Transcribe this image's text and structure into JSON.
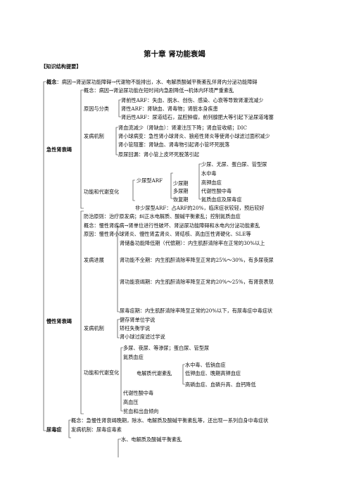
{
  "title": "第十章  肾功能衰竭",
  "section_header": "【知识结构提要】",
  "concept_label": "概念",
  "concept_text": "：病因→肾泌尿功能障碍→代谢物不能排出，水、电解质酸碱平衡紊乱伴肾内分泌功能障碍",
  "arf": {
    "label": "急性肾衰竭",
    "concept": "概念：病因→肾泌尿功能在短时间内急剧降低→机体内环境严重紊乱",
    "cause_label": "原因与分类",
    "causes": [
      "肾前性ARF：失血、脱水、创伤、感染、心衰等导致肾灌流减少",
      "肾性ARF：肾缺血、肾毒物；肾脏本身疾患",
      "肾后性ARF：尿道结石，盆腔肿瘤，前列腺肥大等引起下泌尿道堵塞"
    ],
    "mech_label": "发病机制",
    "mechs": [
      "肾血流减少（肾缺血）：肾灌注压下降；肾血管收缩；DIC",
      "肾小球病变：急性肾小球肾炎、狼疮性肾炎等使肾小球滤过面积减少",
      "肾小管阻塞：肾缺血、肾毒物引起肾小管坏死脱落",
      "原尿回漏：肾小管上皮坏死脱落引起"
    ],
    "func_label": "功能和代谢变化",
    "oliguric_type": "少尿型ARF",
    "oliguric_phase": "少尿期",
    "oliguric_items": [
      "少尿、无尿、蛋白尿、管型尿",
      "水中毒",
      "高钾血症",
      "代谢性酸中毒",
      "氮质血症及尿毒症"
    ],
    "polyuric_phase": "多尿期",
    "recovery_phase": "恢复期",
    "non_oliguric": "非少尿型ARF：占ARF的20%，临床症状较轻，预后较好",
    "prevention": "防治原则：治疗原发病；纠正水电解质、酸碱平衡紊乱；控制氮质血症"
  },
  "crf": {
    "label": "慢性肾衰竭",
    "concept": "概念：慢性肾疾病→肾单位进行性破坏、肾泌尿功能障碍和水电内分泌功能紊乱",
    "cause": "原因：慢性肾小球肾炎、慢性肾盂肾炎、肾结核、高血压性肾硬化、SLE等",
    "prog_label": "发病进展",
    "progression": [
      "肾储备功能降低期（代偿期）：内生肌酐清除率在正常的30%以上",
      "肾功能不全期：内生肌酐清除率降至正常的25%～30%，有多尿夜尿",
      "肾功能衰竭期：内生肌酐清除率降至正常的20%～25%，有肾衰表现",
      "尿毒症期：内生肌酐清除率降至正常的20%以下，有尿毒症中毒症状"
    ],
    "mech_label": "发病机制",
    "mechs": [
      "健存肾单位学说",
      "矫枉失衡学说",
      "肾小球过度滤过学说"
    ],
    "func_label": "功能和代谢变化",
    "func_top": [
      "多尿、夜尿、等渗尿；蛋白尿、管型尿",
      "氮质血症"
    ],
    "electrolyte_label": "电解质代谢紊乱",
    "electrolyte_items": [
      "水中毒、低钠血症",
      "低钾血症、晚期高钾血症",
      "高磷血症、血磷升高、血钙降低"
    ],
    "func_bottom": [
      "代谢性酸中毒",
      "高血压",
      "贫血和出血倾向"
    ]
  },
  "uremia": {
    "label": "尿毒症",
    "concept": "概念：急慢性肾衰竭晚期，除水、电解质及酸碱平衡紊乱等，还出现一系列自身中毒症状",
    "mech": "发病机制：尿毒症毒素",
    "item": "水、电解质及酸碱平衡紊乱"
  }
}
